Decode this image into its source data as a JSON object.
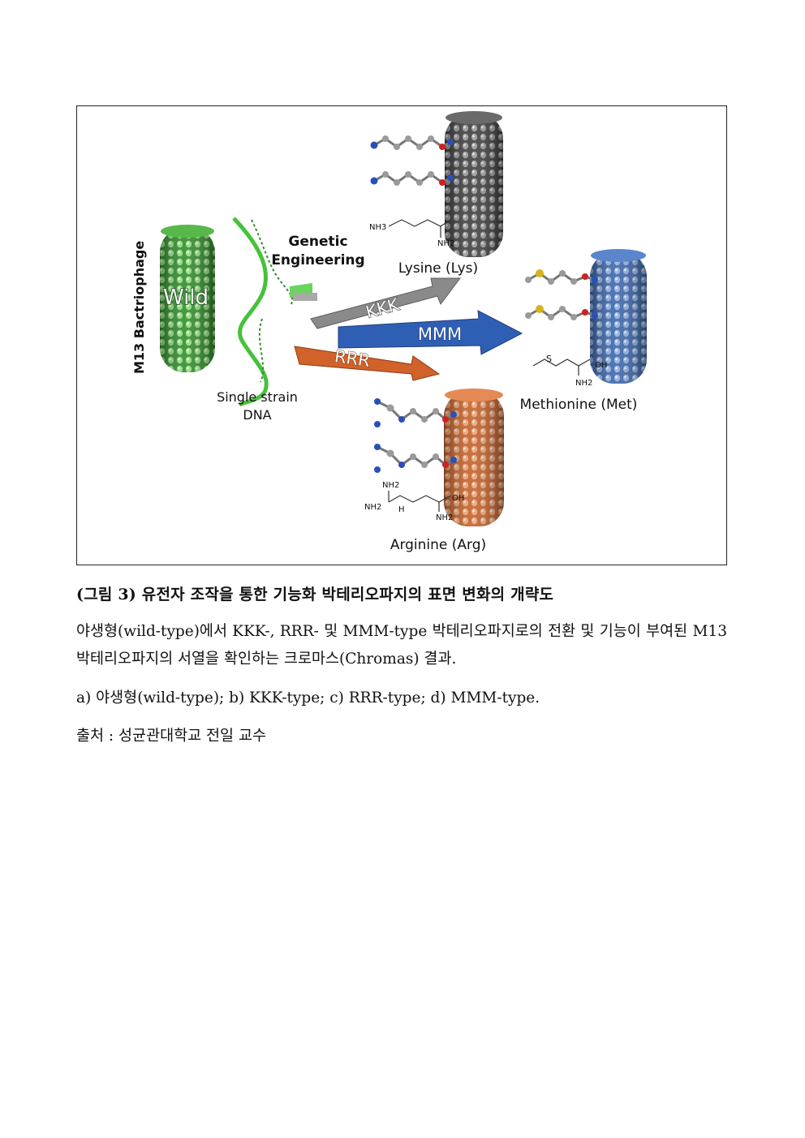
{
  "figure": {
    "labels": {
      "m13": "M13 Bactriophage",
      "wild": "Wild",
      "ssdna_line1": "Single strain",
      "ssdna_line2": "DNA",
      "genetic_line1": "Genetic",
      "genetic_line2": "Engineering",
      "kkk": "KKK",
      "mmm": "MMM",
      "rrr": "RRR",
      "lysine": "Lysine (Lys)",
      "methionine": "Methionine (Met)",
      "arginine": "Arginine (Arg)",
      "lys_nh3": "NH3",
      "lys_nh2": "NH2",
      "met_s": "S",
      "met_nh2": "NH2",
      "met_oh": "OH",
      "arg_nh2_top": "NH2",
      "arg_nh2_left": "NH2",
      "arg_h": "H",
      "arg_oh": "OH",
      "arg_nh2_bottom": "NH2"
    },
    "colors": {
      "wild": "#3fa535",
      "lysine": "#555555",
      "methionine": "#4a78c2",
      "arginine": "#d9733a",
      "kkk_arrow": "#8a8a8a",
      "mmm_arrow": "#2f5fb5",
      "rrr_arrow": "#d0622a"
    }
  },
  "caption": {
    "title": "(그림 3) 유전자 조작을 통한 기능화 박테리오파지의 표면 변화의 개략도",
    "description": "야생형(wild-type)에서 KKK-, RRR- 및 MMM-type 박테리오파지로의 전환 및 기능이 부여된 M13 박테리오파지의 서열을 확인하는 크로마스(Chromas) 결과.",
    "parts": "a) 야생형(wild-type); b) KKK-type; c) RRR-type; d) MMM-type.",
    "source": "출처 : 성균관대학교 전일 교수"
  }
}
